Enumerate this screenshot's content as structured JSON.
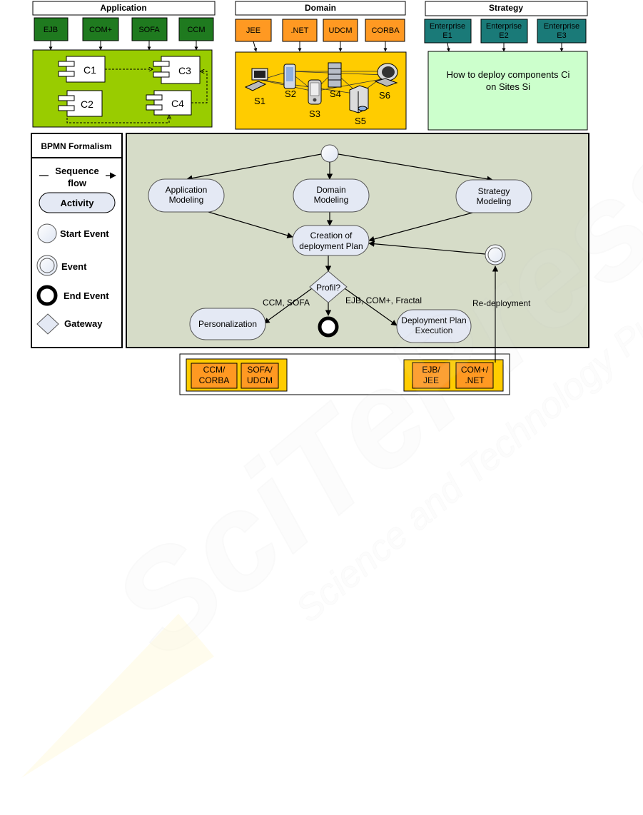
{
  "application": {
    "title": "Application",
    "frameworks": [
      "EJB",
      "COM+",
      "SOFA",
      "CCM"
    ],
    "components": [
      "C1",
      "C3",
      "C2",
      "C4"
    ]
  },
  "domain": {
    "title": "Domain",
    "frameworks": [
      "JEE",
      ".NET",
      "UDCM",
      "CORBA"
    ],
    "sites": [
      "S1",
      "S2",
      "S3",
      "S4",
      "S5",
      "S6"
    ]
  },
  "strategy": {
    "title": "Strategy",
    "enterprises": [
      [
        "Enterprise",
        "E1"
      ],
      [
        "Enterprise",
        "E2"
      ],
      [
        "Enterprise",
        "E3"
      ]
    ],
    "text": [
      "How to deploy components Ci",
      "on Sites Si"
    ]
  },
  "legend": {
    "title": "BPMN Formalism",
    "sequence_flow": [
      "Sequence",
      "flow"
    ],
    "activity": "Activity",
    "start_event": "Start Event",
    "event": "Event",
    "end_event": "End Event",
    "gateway": "Gateway"
  },
  "process": {
    "app_modeling": [
      "Application",
      "Modeling"
    ],
    "domain_modeling": [
      "Domain",
      "Modeling"
    ],
    "strategy_modeling": [
      "Strategy",
      "Modeling"
    ],
    "creation": [
      "Creation of",
      "deployment Plan"
    ],
    "gateway": "Profil?",
    "left_label": "CCM, SOFA",
    "right_label": "EJB, COM+, Fractal",
    "personalization": "Personalization",
    "execution": [
      "Deployment Plan",
      "Execution"
    ],
    "redeployment": "Re-deployment"
  },
  "platforms": {
    "left": [
      [
        "CCM/",
        "CORBA"
      ],
      [
        "SOFA/",
        "UDCM"
      ]
    ],
    "right": [
      [
        "EJB/",
        "JEE"
      ],
      [
        "COM+/",
        ".NET"
      ]
    ]
  },
  "watermark": {
    "logo": "SciTePress",
    "tagline": "Science and Technology Publications"
  },
  "colors": {
    "app_green": "#1f7a1f",
    "app_panel": "#99cc00",
    "domain_orange": "#ff9922",
    "domain_panel": "#ffcc00",
    "teal": "#1a7a78",
    "strategy_panel": "#ccffcc",
    "process_bg": "#d6dcc8",
    "activity_fill": "#e4e9f4"
  }
}
